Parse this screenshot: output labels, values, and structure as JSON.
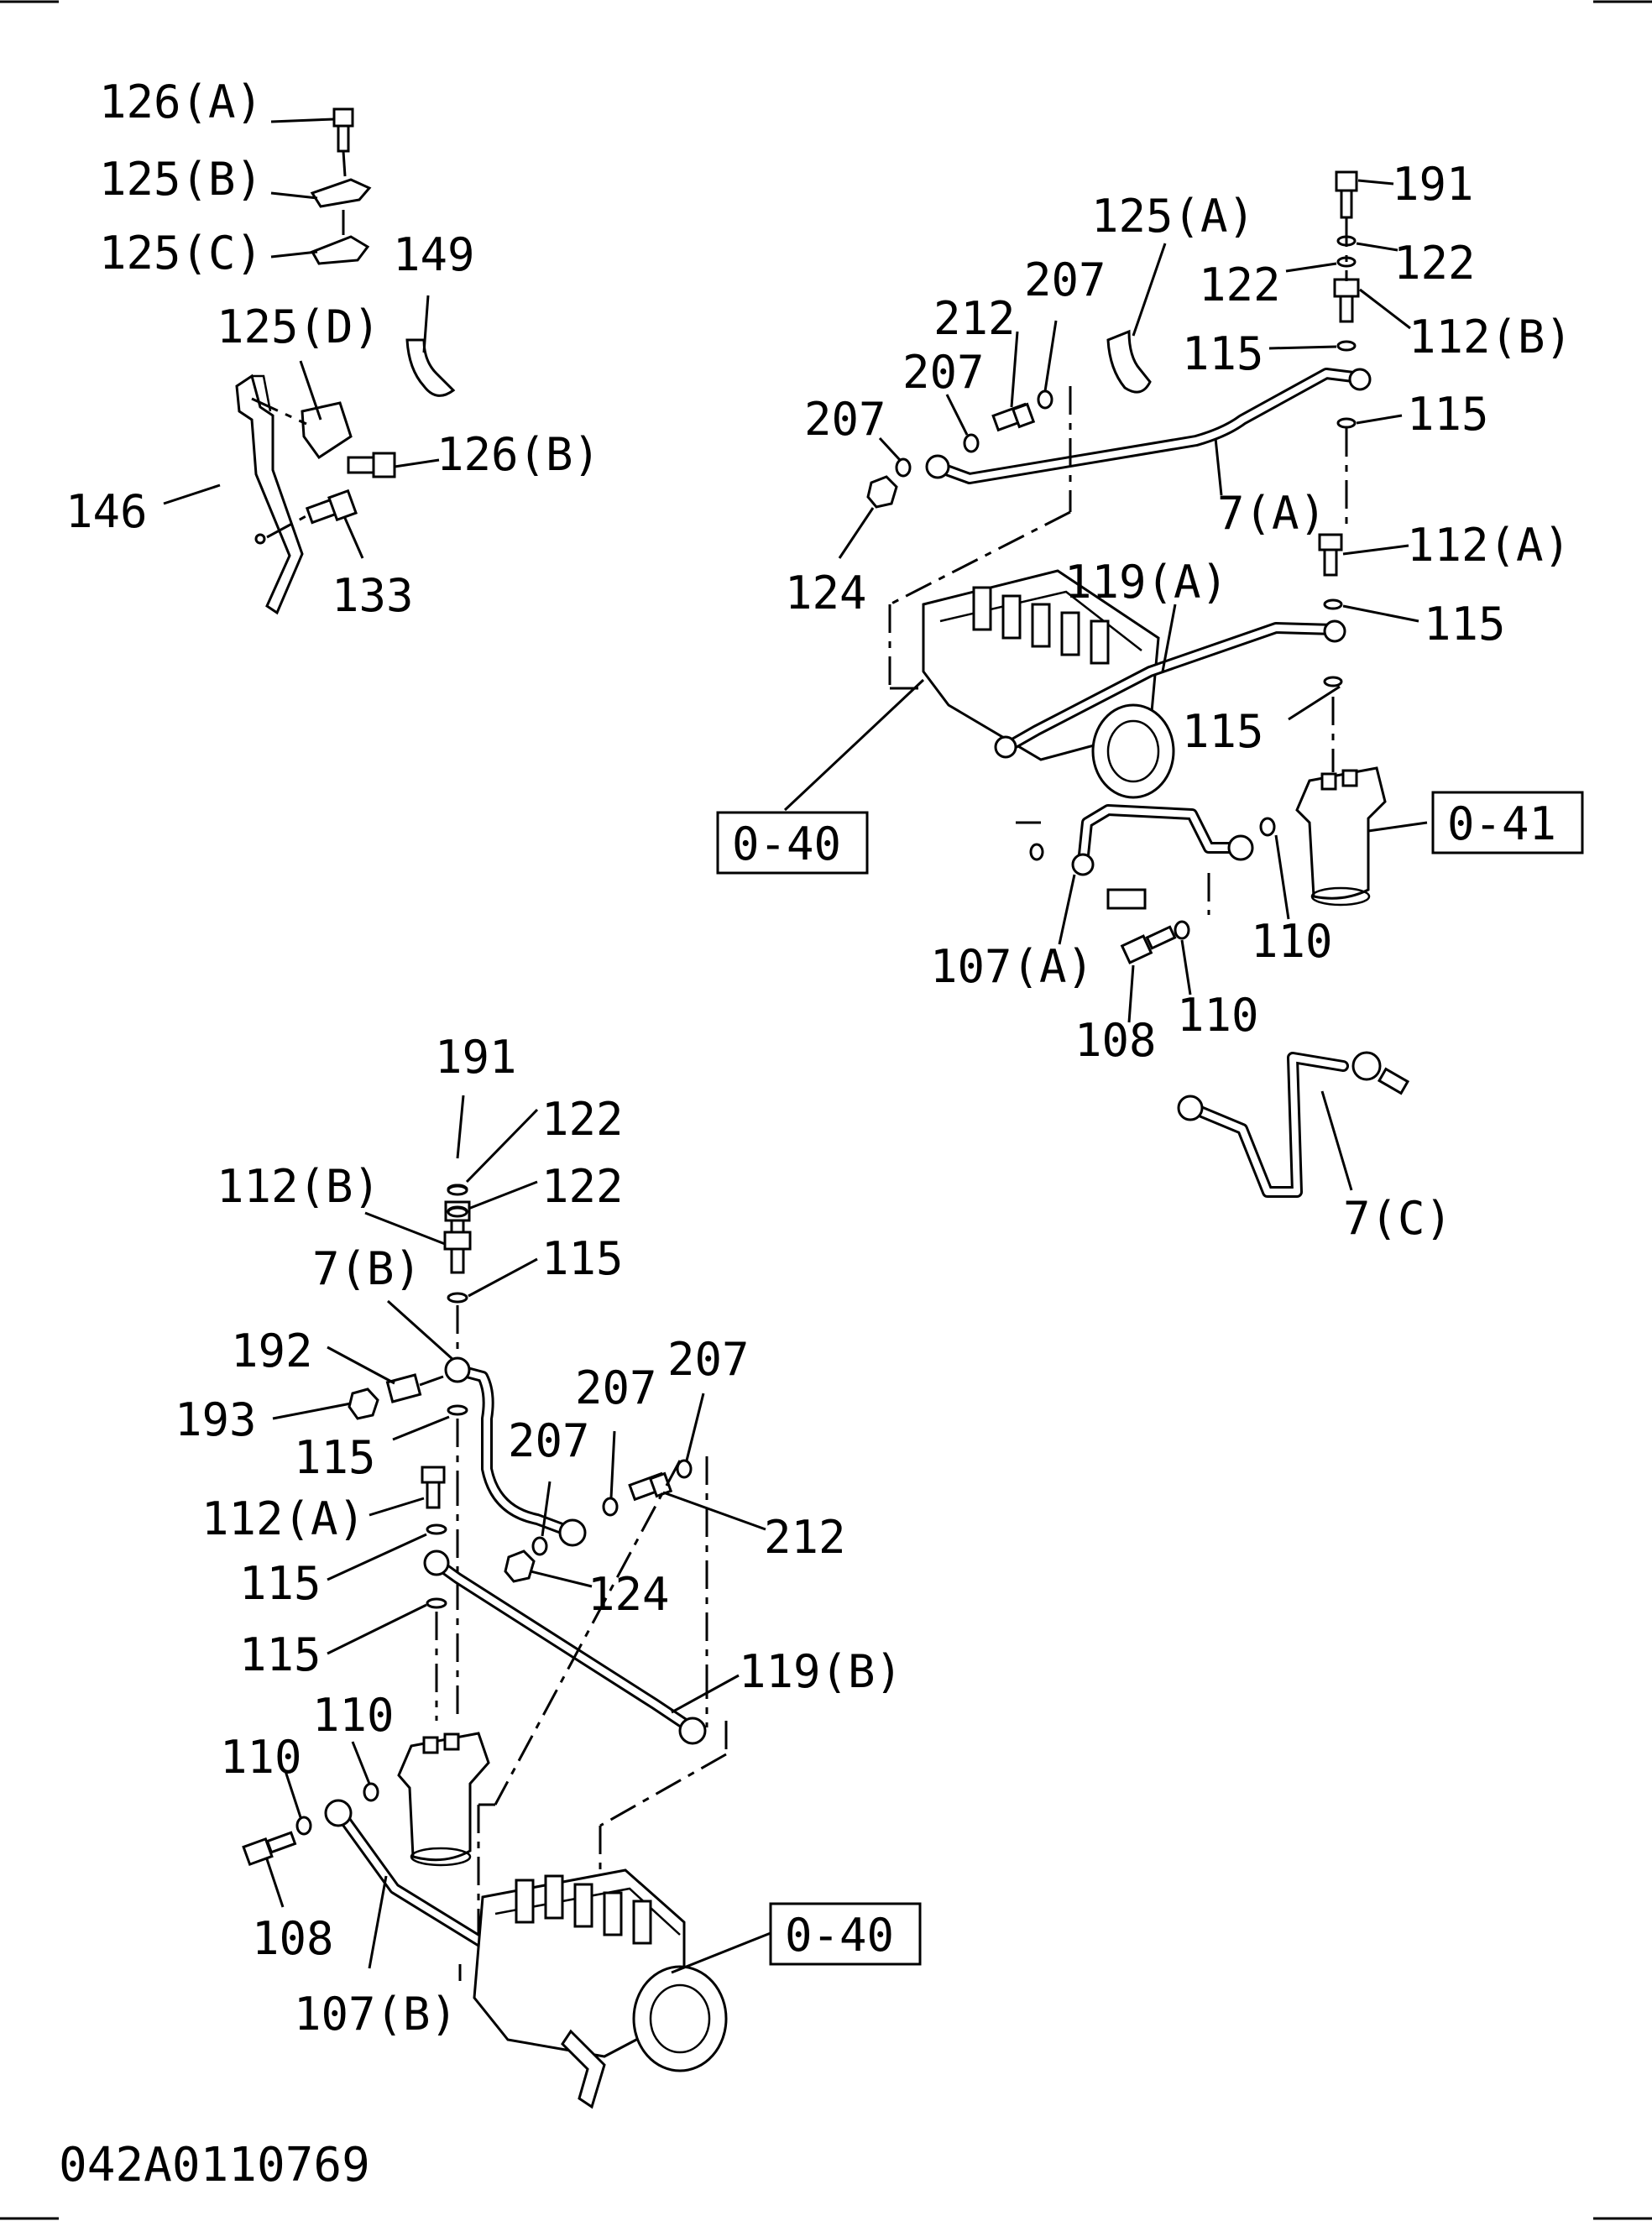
{
  "drawing_id": "042A0110769",
  "references": {
    "ref_top": "0-40",
    "ref_filter": "0-41",
    "ref_bottom": "0-40"
  },
  "labels": {
    "top_left": {
      "l126a": "126(A)",
      "l125b": "125(B)",
      "l125c": "125(C)",
      "l149": "149",
      "l125d": "125(D)",
      "l126b": "126(B)",
      "l146": "146",
      "l133": "133"
    },
    "top_right": {
      "l191": "191",
      "l122a": "122",
      "l122b": "122",
      "l125a": "125(A)",
      "l207a": "207",
      "l212": "212",
      "l207b": "207",
      "l207c": "207",
      "l115a": "115",
      "l112b": "112(B)",
      "l115b": "115",
      "l7a": "7(A)",
      "l124": "124",
      "l119a": "119(A)",
      "l112a": "112(A)",
      "l115c": "115",
      "l115d": "115",
      "l107a": "107(A)",
      "l110a": "110",
      "l108": "108",
      "l110b": "110",
      "l7c": "7(C)"
    },
    "bottom": {
      "l191": "191",
      "l122a": "122",
      "l112b": "112(B)",
      "l122b": "122",
      "l7b": "7(B)",
      "l115a": "115",
      "l192": "192",
      "l193": "193",
      "l115b": "115",
      "l207a": "207",
      "l207b": "207",
      "l207c": "207",
      "l112a": "112(A)",
      "l212": "212",
      "l115c": "115",
      "l124": "124",
      "l115d": "115",
      "l119b": "119(B)",
      "l110a": "110",
      "l110b": "110",
      "l108": "108",
      "l107b": "107(B)"
    }
  }
}
